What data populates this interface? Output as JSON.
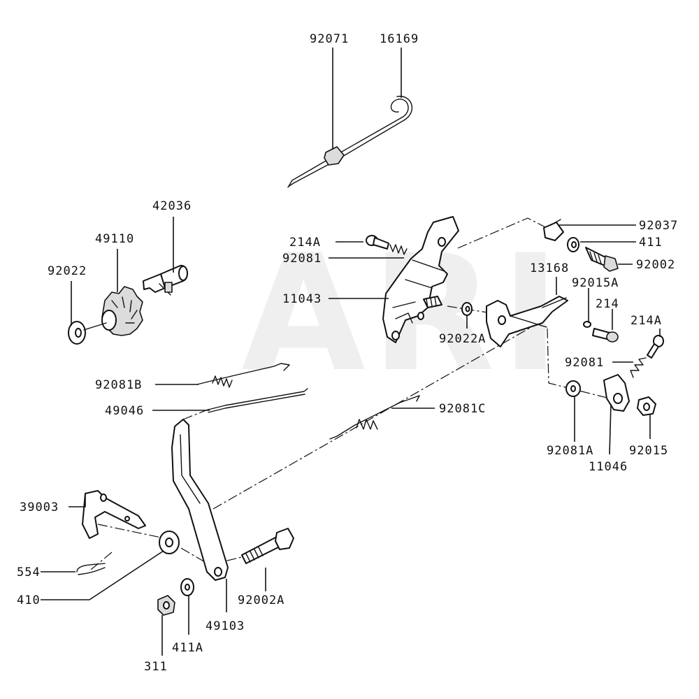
{
  "watermark": "ARI",
  "labels": {
    "p92071": "92071",
    "p16169": "16169",
    "p42036": "42036",
    "p49110": "49110",
    "p92022": "92022",
    "p214A_top": "214A",
    "p92081_top": "92081",
    "p11043": "11043",
    "p92037": "92037",
    "p411": "411",
    "p92002": "92002",
    "p13168": "13168",
    "p92015A": "92015A",
    "p214": "214",
    "p92022A": "92022A",
    "p214A_right": "214A",
    "p92081_right": "92081",
    "p92081B": "92081B",
    "p49046": "49046",
    "p92081C": "92081C",
    "p92081A": "92081A",
    "p92015": "92015",
    "p11046": "11046",
    "p39003": "39003",
    "p554": "554",
    "p410": "410",
    "p92002A": "92002A",
    "p49103": "49103",
    "p311": "311",
    "p411A": "411A"
  }
}
